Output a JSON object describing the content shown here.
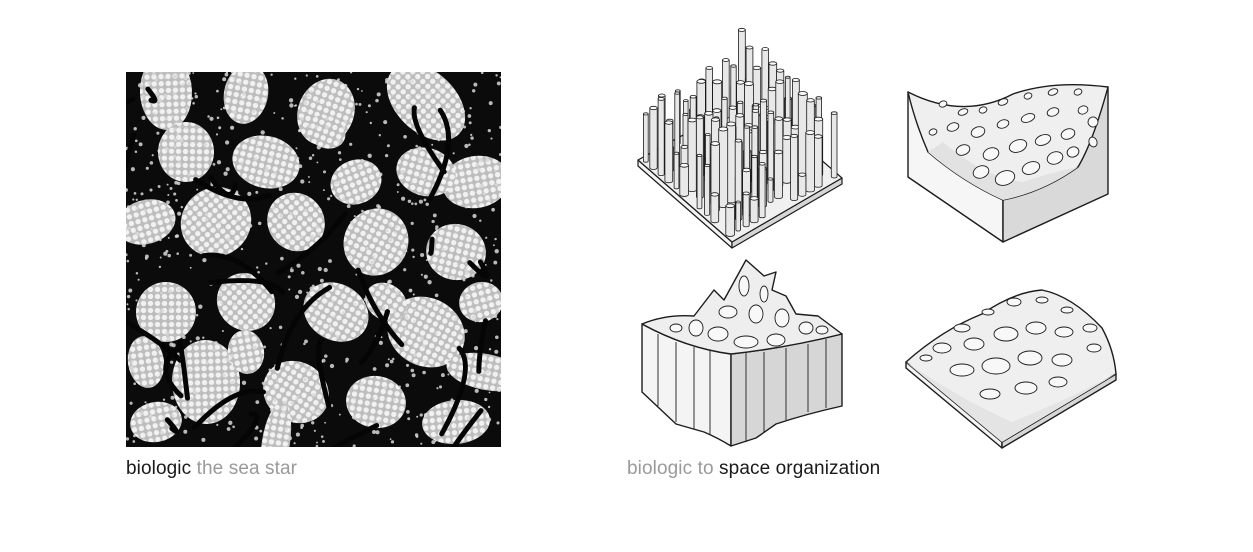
{
  "figure": {
    "left_caption": {
      "primary": "biologic",
      "secondary": "the sea star"
    },
    "right_caption": {
      "secondary": "biologic to",
      "primary": "space organization"
    }
  },
  "colors": {
    "background": "#ffffff",
    "caption_dark": "#1a1a1a",
    "caption_light": "#9a9a9a",
    "model_fill": "#f2f2f2",
    "model_shadow": "#d4d4d4",
    "model_stroke": "#1c1c1c",
    "photo_dark": "#0b0b0b",
    "photo_light": "#ececec"
  },
  "models": [
    {
      "id": "pillars",
      "label": "pillar-field-model"
    },
    {
      "id": "saddle",
      "label": "perforated-saddle-model"
    },
    {
      "id": "folded",
      "label": "folded-perforated-wall-model"
    },
    {
      "id": "dome",
      "label": "perforated-dome-plate-model"
    }
  ]
}
